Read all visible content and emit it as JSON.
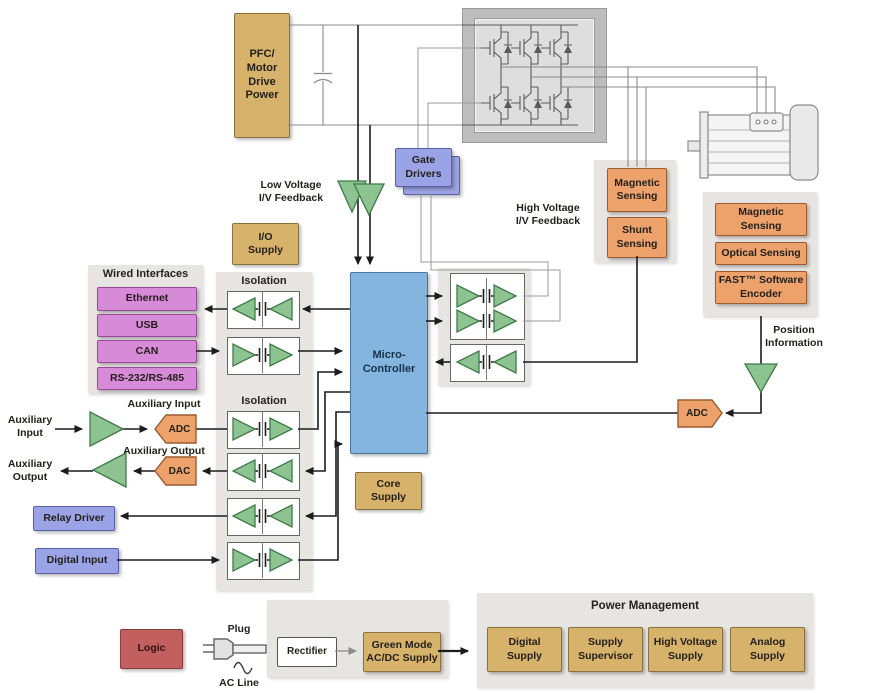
{
  "colors": {
    "power_supply_tan": "#D7B26B",
    "data_converter_orange": "#EDA26C",
    "interface_magenta": "#D78AD7",
    "driver_periwinkle": "#9AA3E5",
    "controller_blue": "#84B5DF",
    "amplifier_green": "#8CC390",
    "logic_red": "#C25F5F",
    "group_panel_gray": "#E6E5E2"
  },
  "blocks": {
    "pfc_power": "PFC/\nMotor\nDrive\nPower",
    "gate_drivers": "Gate\nDrivers",
    "io_supply": "I/O\nSupply",
    "core_supply": "Core\nSupply",
    "micro": "Micro-\nController",
    "relay_driver": "Relay Driver",
    "digital_input": "Digital Input",
    "logic": "Logic",
    "rectifier": "Rectifier",
    "green_mode": "Green Mode\nAC/DC Supply",
    "adc_aux": "ADC",
    "dac_aux": "DAC",
    "adc_position": "ADC"
  },
  "labels": {
    "low_voltage_feedback": "Low Voltage\nI/V Feedback",
    "high_voltage_feedback": "High Voltage\nI/V Feedback",
    "position_information": "Position\nInformation",
    "aux_input_title": "Auxiliary Input",
    "aux_output_title": "Auxiliary Output",
    "aux_input_port": "Auxiliary\nInput",
    "aux_output_port": "Auxiliary\nOutput",
    "plug": "Plug",
    "ac_line": "AC Line",
    "isolation_upper": "Isolation",
    "isolation_lower": "Isolation"
  },
  "wired_interfaces": {
    "title": "Wired Interfaces",
    "items": [
      "Ethernet",
      "USB",
      "CAN",
      "RS-232/RS-485"
    ]
  },
  "hv_sensing": {
    "items": [
      "Magnetic\nSensing",
      "Shunt\nSensing"
    ]
  },
  "position_sensing": {
    "items": [
      "Magnetic\nSensing",
      "Optical Sensing",
      "FAST™ Software\nEncoder"
    ]
  },
  "power_management": {
    "title": "Power Management",
    "items": [
      "Digital\nSupply",
      "Supply\nSupervisor",
      "High Voltage\nSupply",
      "Analog\nSupply"
    ]
  }
}
